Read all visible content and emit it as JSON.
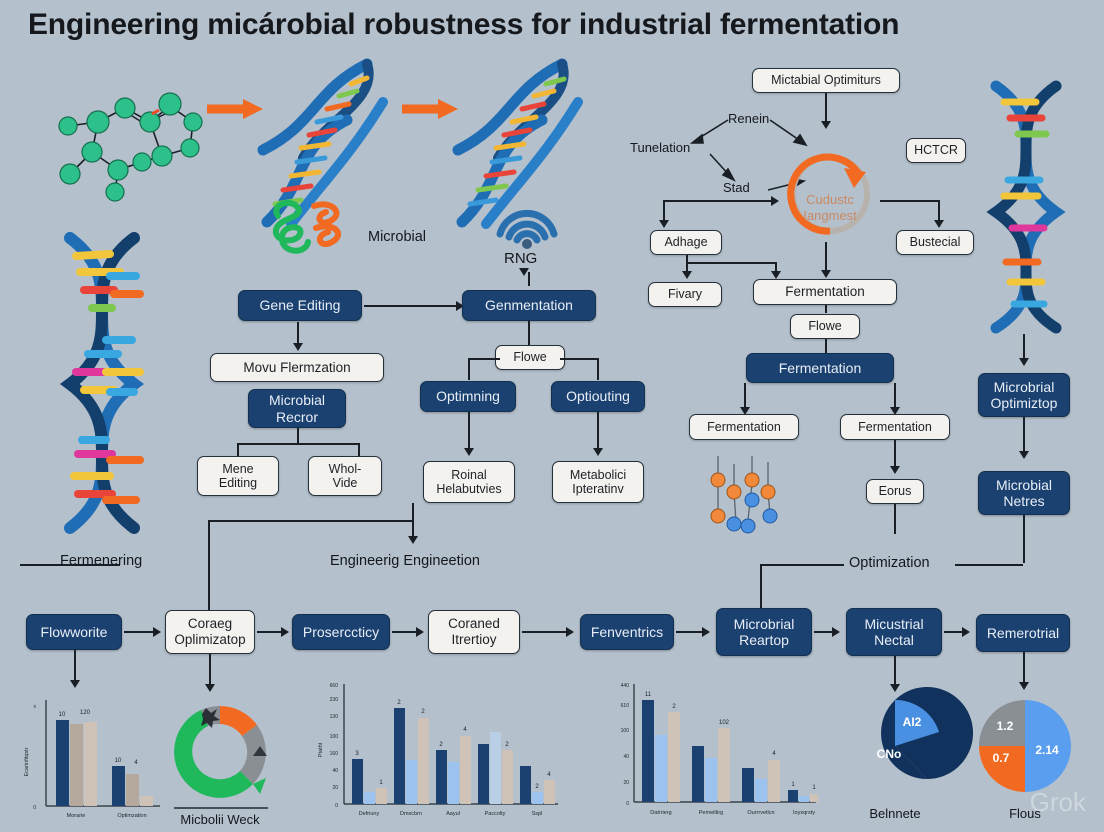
{
  "title": "Engineering micárobial robustness for industrial fermentation",
  "watermark": "Grok",
  "illustrations": {
    "molecule_label": "",
    "protein_label": "Microbial",
    "rng_label": "RNG"
  },
  "captions": {
    "fermenering": "Fermenering",
    "engineering": "Engineerig Engineetion",
    "optimization": "Optimization"
  },
  "flow_left": {
    "gene_editing": "Gene Editing",
    "movu_fermzation": "Movu Flermzation",
    "microbial_recror": "Microbial\nRecror",
    "mene_editing": "Mene\nEditing",
    "whol_vide": "Whol-\nVide"
  },
  "flow_mid": {
    "genmentation": "Genmentation",
    "flowe": "Flowe",
    "optimning": "Optimning",
    "optiouting": "Optiouting",
    "roinal_helabutvies": "Roinal\nHelabutvies",
    "metabolici_ipteratinv": "Metabolici\nIpteratinv"
  },
  "flow_right": {
    "microbial_optimiturs": "Mictabial Optimiturs",
    "renein": "Renein",
    "tunelation": "Tunelation",
    "stad": "Stad",
    "cycle_label": "Cudustc\nIangmest",
    "hctcr": "HCTCR",
    "adhage": "Adhage",
    "bustecial": "Bustecial",
    "fivary": "Fivary",
    "fermentation_light": "Fermentation",
    "flowe": "Flowe",
    "fermentation_dark": "Fermentation",
    "fermentation_a": "Fermentation",
    "fermentation_b": "Fermentation",
    "eorus": "Eorus"
  },
  "flow_farright": {
    "microbial_optimiztop": "Microbrial\nOptimiztop",
    "microbial_netres": "Microbial\nNetres"
  },
  "flow_bottom": [
    {
      "label": "Flowworite",
      "style": "dark"
    },
    {
      "label": "Coraeg\nOplimizatop",
      "style": "light"
    },
    {
      "label": "Proserccticy",
      "style": "dark"
    },
    {
      "label": "Coraned\nItrertioy",
      "style": "light"
    },
    {
      "label": "Fenventrics",
      "style": "dark"
    },
    {
      "label": "Microbrial\nReartop",
      "style": "dark"
    },
    {
      "label": "Micustrial\nNectal",
      "style": "dark"
    },
    {
      "label": "Remerotrial",
      "style": "dark"
    }
  ],
  "colors": {
    "background": "#b4c0cc",
    "navy": "#1b4170",
    "navy_dark": "#123862",
    "steel_blue": "#1f5f9e",
    "light_blue": "#85b4e8",
    "beige": "#cfc3b8",
    "orange": "#f26a21",
    "green": "#1fb85b",
    "gray": "#8a8f94",
    "panel": "#f4f2ee",
    "stroke": "#1a1f25"
  },
  "chart_data": [
    {
      "id": "chart-grouped-left",
      "type": "bar",
      "title": "",
      "xlabel": "",
      "ylabel": "Ecarinfitqstr",
      "categories": [
        "Morarie",
        "Optimzation"
      ],
      "ylim": [
        0,
        1
      ],
      "yticks": [
        "0",
        "x"
      ],
      "series": [
        {
          "name": "series-1",
          "color": "#1b4170",
          "values": [
            0.82,
            0.38
          ]
        },
        {
          "name": "series-2",
          "color": "#b5a99e",
          "values": [
            0.78,
            0.3
          ]
        },
        {
          "name": "series-3",
          "color": "#cfc3b8",
          "values": [
            0.8,
            0.09
          ]
        }
      ],
      "value_labels": [
        "10",
        "120",
        "10",
        "4"
      ]
    },
    {
      "id": "chart-donut",
      "type": "pie",
      "title": "Micbolii Weck",
      "labels": [
        "green-segment",
        "gray-segment",
        "orange-segment",
        "gray-segment-2"
      ],
      "values": [
        42,
        14,
        17,
        27
      ],
      "colors": [
        "#1fb85b",
        "#8a8f94",
        "#f26a21",
        "#8a8f94"
      ]
    },
    {
      "id": "chart-grouped-mid",
      "type": "bar",
      "title": "",
      "xlabel": "",
      "ylabel": "Ptatht",
      "categories": [
        "Defriuny",
        "Dmxcbrn",
        "Aayul",
        "Paccolty",
        "Sspl"
      ],
      "ylim": [
        0,
        260
      ],
      "yticks": [
        "0",
        "20",
        "40",
        "160",
        "100",
        "130",
        "230",
        "660"
      ],
      "series": [
        {
          "name": "series-1",
          "color": "#1b4170",
          "values": [
            50,
            155,
            82,
            90,
            45
          ]
        },
        {
          "name": "series-2",
          "color": "#9cc3ef",
          "values": [
            10,
            66,
            63,
            112,
            10
          ]
        },
        {
          "name": "series-3",
          "color": "#cfc3b8",
          "values": [
            17,
            135,
            100,
            80,
            28
          ]
        }
      ],
      "value_labels": [
        "3",
        "1",
        "2",
        "2",
        "2",
        "4",
        "2",
        "2",
        "4"
      ]
    },
    {
      "id": "chart-grouped-right",
      "type": "bar",
      "title": "",
      "xlabel": "",
      "ylabel": "",
      "categories": [
        "Datrrierg",
        "Pemeiltirg",
        "Ourrrvetlcn",
        "Ioyxqrsty"
      ],
      "ylim": [
        0,
        440
      ],
      "yticks": [
        "0",
        "20",
        "40",
        "100",
        "610",
        "440"
      ],
      "series": [
        {
          "name": "series-1",
          "color": "#1b4170",
          "values": [
            68,
            47,
            25,
            6
          ]
        },
        {
          "name": "series-2",
          "color": "#9cc3ef",
          "values": [
            52,
            37,
            14,
            3
          ]
        },
        {
          "name": "series-3",
          "color": "#cfc3b8",
          "values": [
            62,
            98,
            34,
            5
          ]
        }
      ],
      "value_labels": [
        "11",
        "2",
        "102",
        "4",
        "1",
        "1"
      ]
    },
    {
      "id": "chart-pie-belnnete",
      "type": "pie",
      "title": "Belnnete",
      "labels": [
        "CNo",
        "AI2"
      ],
      "values": [
        75,
        25
      ],
      "colors": [
        "#11325c",
        "#4a90e2"
      ],
      "slice_labels": [
        "CNo",
        "AI2"
      ]
    },
    {
      "id": "chart-pie-flous",
      "type": "pie",
      "title": "Flous",
      "labels": [
        "2.14",
        "0.7",
        "1.2"
      ],
      "values": [
        50,
        25,
        25
      ],
      "colors": [
        "#4a90e2",
        "#f26a21",
        "#8a8f94"
      ],
      "slice_labels": [
        "2.14",
        "0.7",
        "1.2"
      ]
    }
  ]
}
